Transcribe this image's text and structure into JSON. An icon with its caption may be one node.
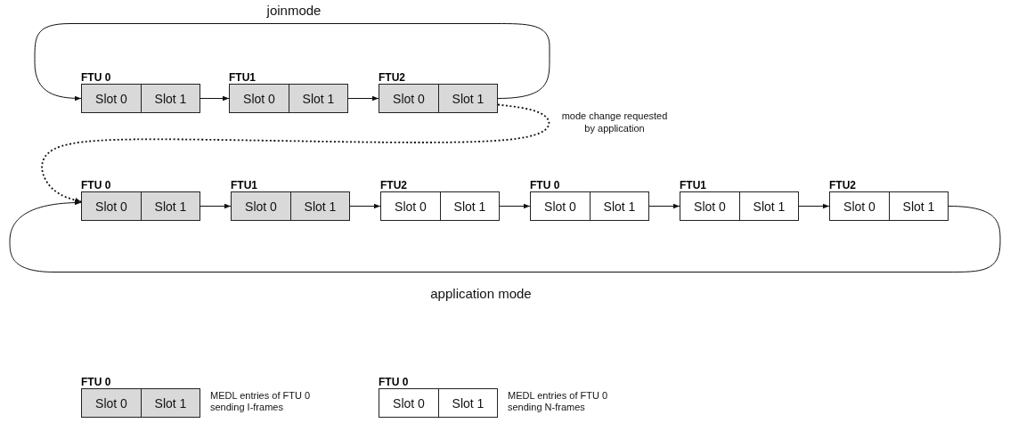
{
  "diagram": {
    "nodes": [
      {
        "text": [
          "FTU 0"
        ]
      },
      {
        "text": [
          "Slot 0"
        ],
        "in": 0
      },
      {
        "text": [
          "Slot 1"
        ],
        "in": 0
      },
      {
        "text": [
          "FTU1"
        ]
      },
      {
        "text": [
          "Slot 0"
        ],
        "in": 3
      },
      {
        "text": [
          "Slot 1"
        ],
        "in": 3
      },
      {
        "text": [
          "FTU2"
        ]
      },
      {
        "text": [
          "Slot 0"
        ],
        "in": 6
      },
      {
        "text": [
          "Slot 1"
        ],
        "in": 6
      },
      {
        "text": [
          "FTU 0"
        ]
      },
      {
        "text": [
          "Slot 0"
        ],
        "in": 9
      },
      {
        "text": [
          "Slot 1"
        ],
        "in": 9
      },
      {
        "text": [
          "FTU1"
        ]
      },
      {
        "text": [
          "Slot 0"
        ],
        "in": 12
      },
      {
        "text": [
          "Slot 1"
        ],
        "in": 12
      },
      {
        "text": [
          "FTU2"
        ]
      },
      {
        "text": [
          "Slot 0"
        ],
        "in": 15
      },
      {
        "text": [
          "Slot 1"
        ],
        "in": 15
      },
      {
        "text": [
          "FTU 0"
        ]
      },
      {
        "text": [
          "Slot 0"
        ],
        "in": 18
      },
      {
        "text": [
          "Slot 1"
        ],
        "in": 18
      },
      {
        "text": [
          "FTU1"
        ]
      },
      {
        "text": [
          "Slot 0"
        ],
        "in": 21
      },
      {
        "text": [
          "Slot 1"
        ],
        "in": 21
      },
      {
        "text": [
          "FTU2"
        ]
      },
      {
        "text": [
          "Slot 0"
        ],
        "in": 24
      },
      {
        "text": [
          "Slot 1"
        ],
        "in": 24
      },
      {
        "text": [
          "FTU 0"
        ]
      },
      {
        "text": [
          "Slot 0"
        ],
        "in": 27
      },
      {
        "text": [
          "Slot 1"
        ],
        "in": 27
      },
      {
        "text": [
          "FTU 0"
        ]
      },
      {
        "text": [
          "Slot 0"
        ],
        "in": 30
      },
      {
        "text": [
          "Slot 1"
        ],
        "in": 30
      }
    ],
    "edges": [
      {
        "from": 0,
        "to": 3,
        "arrow": "to"
      },
      {
        "from": 3,
        "to": 6,
        "arrow": "to"
      },
      {
        "from": 6,
        "to": 0,
        "arrow": "to",
        "label": "joinmode"
      },
      {
        "from": 6,
        "to": 9,
        "arrow": "to",
        "style": "dashed",
        "label": "mode change requested by application"
      },
      {
        "from": 9,
        "to": 12,
        "arrow": "to"
      },
      {
        "from": 12,
        "to": 15,
        "arrow": "to"
      },
      {
        "from": 15,
        "to": 18,
        "arrow": "to"
      },
      {
        "from": 18,
        "to": 21,
        "arrow": "to"
      },
      {
        "from": 21,
        "to": 24,
        "arrow": "to"
      },
      {
        "from": 24,
        "to": 9,
        "arrow": "to",
        "label": "application mode"
      }
    ],
    "legend": [
      {
        "text": "MEDL entries of FTU 0 sending I-frames",
        "color": "#d9d9d9"
      },
      {
        "text": "MEDL entries of FTU 0 sending N-frames",
        "color": "#ffffff"
      }
    ]
  }
}
